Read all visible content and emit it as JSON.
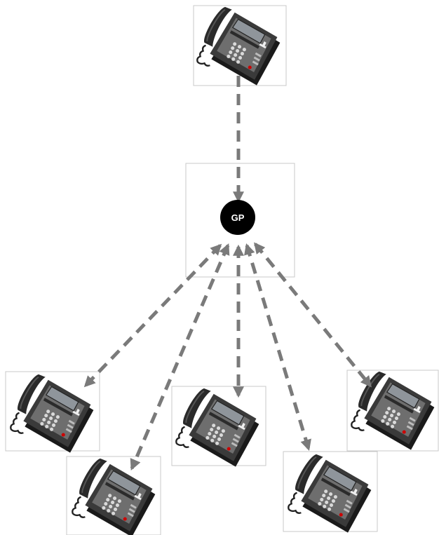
{
  "hub": {
    "label": "GP",
    "fill": "#000000",
    "text_color": "#ffffff"
  },
  "colors": {
    "arrow": "#7a7a7a",
    "box_border": "#c8c8c8",
    "phone_body": "#3a3a3a",
    "phone_screen": "#8f959b",
    "phone_key": "#d9d9d9",
    "phone_red": "#cc0000"
  },
  "phones": [
    {
      "id": "top",
      "icon": "desk-phone-icon"
    },
    {
      "id": "bottom-1",
      "icon": "desk-phone-icon"
    },
    {
      "id": "bottom-2",
      "icon": "desk-phone-icon"
    },
    {
      "id": "bottom-3",
      "icon": "desk-phone-icon"
    },
    {
      "id": "bottom-4",
      "icon": "desk-phone-icon"
    },
    {
      "id": "bottom-5",
      "icon": "desk-phone-icon"
    }
  ]
}
